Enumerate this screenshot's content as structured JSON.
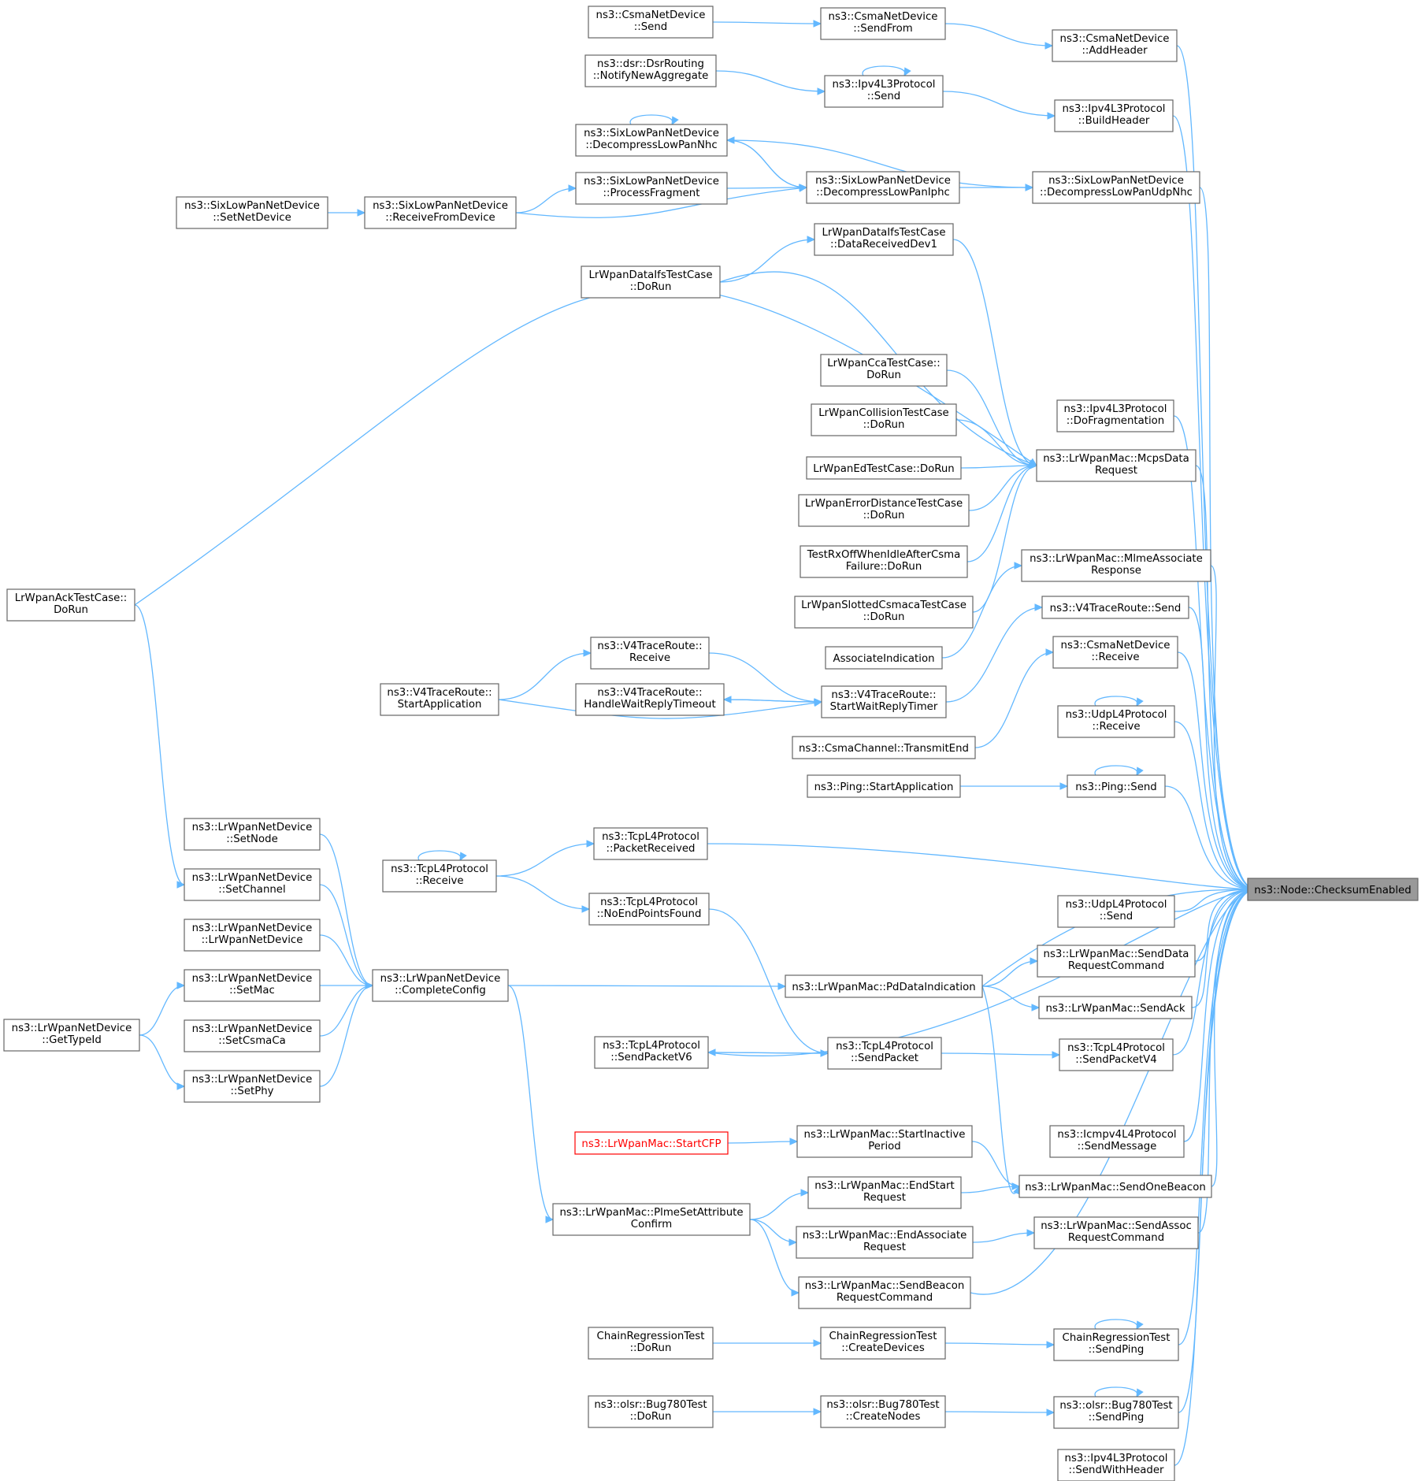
{
  "colors": {
    "edge": "#63b8ff",
    "node_border": "#666666",
    "root_fill": "#999999",
    "unresolved_text": "#ff0000"
  },
  "nodes": {
    "checksum": {
      "lines": [
        "ns3::Node::ChecksumEnabled"
      ]
    },
    "csma_send": {
      "lines": [
        "ns3::CsmaNetDevice",
        "::Send"
      ]
    },
    "csma_sendfrom": {
      "lines": [
        "ns3::CsmaNetDevice",
        "::SendFrom"
      ]
    },
    "csma_addheader": {
      "lines": [
        "ns3::CsmaNetDevice",
        "::AddHeader"
      ]
    },
    "dsr_notify": {
      "lines": [
        "ns3::dsr::DsrRouting",
        "::NotifyNewAggregate"
      ]
    },
    "ipv4_send": {
      "lines": [
        "ns3::Ipv4L3Protocol",
        "::Send"
      ]
    },
    "ipv4_buildheader": {
      "lines": [
        "ns3::Ipv4L3Protocol",
        "::BuildHeader"
      ]
    },
    "six_decompnhc": {
      "lines": [
        "ns3::SixLowPanNetDevice",
        "::DecompressLowPanNhc"
      ]
    },
    "six_procfrag": {
      "lines": [
        "ns3::SixLowPanNetDevice",
        "::ProcessFragment"
      ]
    },
    "six_decompiphc": {
      "lines": [
        "ns3::SixLowPanNetDevice",
        "::DecompressLowPanIphc"
      ]
    },
    "six_decompudpnhc": {
      "lines": [
        "ns3::SixLowPanNetDevice",
        "::DecompressLowPanUdpNhc"
      ]
    },
    "six_setnetdev": {
      "lines": [
        "ns3::SixLowPanNetDevice",
        "::SetNetDevice"
      ]
    },
    "six_recvfromdev": {
      "lines": [
        "ns3::SixLowPanNetDevice",
        "::ReceiveFromDevice"
      ]
    },
    "lr_dataifs_recvdev1": {
      "lines": [
        "LrWpanDataIfsTestCase",
        "::DataReceivedDev1"
      ]
    },
    "lr_dataifs_dorun": {
      "lines": [
        "LrWpanDataIfsTestCase",
        "::DoRun"
      ]
    },
    "lr_cca_dorun": {
      "lines": [
        "LrWpanCcaTestCase::",
        "DoRun"
      ]
    },
    "ipv4_dofrag": {
      "lines": [
        "ns3::Ipv4L3Protocol",
        "::DoFragmentation"
      ]
    },
    "lr_collision_dorun": {
      "lines": [
        "LrWpanCollisionTestCase",
        "::DoRun"
      ]
    },
    "mcpsdata": {
      "lines": [
        "ns3::LrWpanMac::McpsData",
        "Request"
      ]
    },
    "lr_ed_dorun": {
      "lines": [
        "LrWpanEdTestCase::DoRun"
      ]
    },
    "lr_errdist_dorun": {
      "lines": [
        "LrWpanErrorDistanceTestCase",
        "::DoRun"
      ]
    },
    "rxoff_dorun": {
      "lines": [
        "TestRxOffWhenIdleAfterCsma",
        "Failure::DoRun"
      ]
    },
    "mlmeassoc": {
      "lines": [
        "ns3::LrWpanMac::MlmeAssociate",
        "Response"
      ]
    },
    "lr_ack_dorun": {
      "lines": [
        "LrWpanAckTestCase::",
        "DoRun"
      ]
    },
    "lr_slotted_dorun": {
      "lines": [
        "LrWpanSlottedCsmacaTestCase",
        "::DoRun"
      ]
    },
    "v4tr_send": {
      "lines": [
        "ns3::V4TraceRoute::Send"
      ]
    },
    "v4tr_receive": {
      "lines": [
        "ns3::V4TraceRoute::",
        "Receive"
      ]
    },
    "assoc_ind": {
      "lines": [
        "AssociateIndication"
      ]
    },
    "csma_receive": {
      "lines": [
        "ns3::CsmaNetDevice",
        "::Receive"
      ]
    },
    "v4tr_startapp": {
      "lines": [
        "ns3::V4TraceRoute::",
        "StartApplication"
      ]
    },
    "v4tr_handlewait": {
      "lines": [
        "ns3::V4TraceRoute::",
        "HandleWaitReplyTimeout"
      ]
    },
    "v4tr_startwait": {
      "lines": [
        "ns3::V4TraceRoute::",
        "StartWaitReplyTimer"
      ]
    },
    "udp_receive": {
      "lines": [
        "ns3::UdpL4Protocol",
        "::Receive"
      ]
    },
    "csmach_txend": {
      "lines": [
        "ns3::CsmaChannel::TransmitEnd"
      ]
    },
    "ping_startapp": {
      "lines": [
        "ns3::Ping::StartApplication"
      ]
    },
    "ping_send": {
      "lines": [
        "ns3::Ping::Send"
      ]
    },
    "lrnd_setnode": {
      "lines": [
        "ns3::LrWpanNetDevice",
        "::SetNode"
      ]
    },
    "tcp_pktrecv": {
      "lines": [
        "ns3::TcpL4Protocol",
        "::PacketReceived"
      ]
    },
    "tcp_receive": {
      "lines": [
        "ns3::TcpL4Protocol",
        "::Receive"
      ]
    },
    "lrnd_setchannel": {
      "lines": [
        "ns3::LrWpanNetDevice",
        "::SetChannel"
      ]
    },
    "tcp_noendpts": {
      "lines": [
        "ns3::TcpL4Protocol",
        "::NoEndPointsFound"
      ]
    },
    "udp_send": {
      "lines": [
        "ns3::UdpL4Protocol",
        "::Send"
      ]
    },
    "lrnd_ctor": {
      "lines": [
        "ns3::LrWpanNetDevice",
        "::LrWpanNetDevice"
      ]
    },
    "senddatareq": {
      "lines": [
        "ns3::LrWpanMac::SendData",
        "RequestCommand"
      ]
    },
    "lrnd_setmac": {
      "lines": [
        "ns3::LrWpanNetDevice",
        "::SetMac"
      ]
    },
    "lrnd_complete": {
      "lines": [
        "ns3::LrWpanNetDevice",
        "::CompleteConfig"
      ]
    },
    "pddata": {
      "lines": [
        "ns3::LrWpanMac::PdDataIndication"
      ]
    },
    "sendack": {
      "lines": [
        "ns3::LrWpanMac::SendAck"
      ]
    },
    "lrnd_gettypeid": {
      "lines": [
        "ns3::LrWpanNetDevice",
        "::GetTypeId"
      ]
    },
    "lrnd_setcsmaca": {
      "lines": [
        "ns3::LrWpanNetDevice",
        "::SetCsmaCa"
      ]
    },
    "tcp_sendv6": {
      "lines": [
        "ns3::TcpL4Protocol",
        "::SendPacketV6"
      ]
    },
    "tcp_sendpkt": {
      "lines": [
        "ns3::TcpL4Protocol",
        "::SendPacket"
      ]
    },
    "tcp_sendv4": {
      "lines": [
        "ns3::TcpL4Protocol",
        "::SendPacketV4"
      ]
    },
    "lrnd_setphy": {
      "lines": [
        "ns3::LrWpanNetDevice",
        "::SetPhy"
      ]
    },
    "icmp_sendmsg": {
      "lines": [
        "ns3::Icmpv4L4Protocol",
        "::SendMessage"
      ]
    },
    "startcfp": {
      "lines": [
        "ns3::LrWpanMac::StartCFP"
      ]
    },
    "startinactive": {
      "lines": [
        "ns3::LrWpanMac::StartInactive",
        "Period"
      ]
    },
    "sendonebeacon": {
      "lines": [
        "ns3::LrWpanMac::SendOneBeacon"
      ]
    },
    "endstart": {
      "lines": [
        "ns3::LrWpanMac::EndStart",
        "Request"
      ]
    },
    "plmeset": {
      "lines": [
        "ns3::LrWpanMac::PlmeSetAttribute",
        "Confirm"
      ]
    },
    "endassoc": {
      "lines": [
        "ns3::LrWpanMac::EndAssociate",
        "Request"
      ]
    },
    "sendassocreq": {
      "lines": [
        "ns3::LrWpanMac::SendAssoc",
        "RequestCommand"
      ]
    },
    "sendbeaconreq": {
      "lines": [
        "ns3::LrWpanMac::SendBeacon",
        "RequestCommand"
      ]
    },
    "chain_dorun": {
      "lines": [
        "ChainRegressionTest",
        "::DoRun"
      ]
    },
    "chain_createdev": {
      "lines": [
        "ChainRegressionTest",
        "::CreateDevices"
      ]
    },
    "chain_sendping": {
      "lines": [
        "ChainRegressionTest",
        "::SendPing"
      ]
    },
    "olsr_dorun": {
      "lines": [
        "ns3::olsr::Bug780Test",
        "::DoRun"
      ]
    },
    "olsr_createnodes": {
      "lines": [
        "ns3::olsr::Bug780Test",
        "::CreateNodes"
      ]
    },
    "olsr_sendping": {
      "lines": [
        "ns3::olsr::Bug780Test",
        "::SendPing"
      ]
    },
    "ipv4_sendwithheader": {
      "lines": [
        "ns3::Ipv4L3Protocol",
        "::SendWithHeader"
      ]
    }
  },
  "edges": [
    [
      "csma_send",
      "csma_sendfrom"
    ],
    [
      "csma_sendfrom",
      "csma_addheader"
    ],
    [
      "csma_addheader",
      "checksum"
    ],
    [
      "dsr_notify",
      "ipv4_send"
    ],
    [
      "ipv4_send",
      "ipv4_send"
    ],
    [
      "ipv4_send",
      "ipv4_buildheader"
    ],
    [
      "ipv4_buildheader",
      "checksum"
    ],
    [
      "six_decompnhc",
      "six_decompnhc"
    ],
    [
      "six_decompnhc",
      "six_decompiphc"
    ],
    [
      "six_decompiphc",
      "six_decompnhc"
    ],
    [
      "six_decompnhc",
      "six_decompudpnhc"
    ],
    [
      "six_procfrag",
      "six_decompiphc"
    ],
    [
      "six_recvfromdev",
      "six_procfrag"
    ],
    [
      "six_recvfromdev",
      "six_decompiphc"
    ],
    [
      "six_setnetdev",
      "six_recvfromdev"
    ],
    [
      "six_decompiphc",
      "six_decompudpnhc"
    ],
    [
      "six_decompudpnhc",
      "checksum"
    ],
    [
      "lr_dataifs_dorun",
      "lr_dataifs_recvdev1"
    ],
    [
      "lr_dataifs_recvdev1",
      "mcpsdata"
    ],
    [
      "lr_dataifs_dorun",
      "mcpsdata"
    ],
    [
      "lr_ack_dorun",
      "mcpsdata"
    ],
    [
      "lr_cca_dorun",
      "mcpsdata"
    ],
    [
      "lr_collision_dorun",
      "mcpsdata"
    ],
    [
      "lr_ed_dorun",
      "mcpsdata"
    ],
    [
      "lr_errdist_dorun",
      "mcpsdata"
    ],
    [
      "rxoff_dorun",
      "mcpsdata"
    ],
    [
      "lr_slotted_dorun",
      "mcpsdata"
    ],
    [
      "mcpsdata",
      "checksum"
    ],
    [
      "ipv4_dofrag",
      "checksum"
    ],
    [
      "assoc_ind",
      "mlmeassoc"
    ],
    [
      "mlmeassoc",
      "checksum"
    ],
    [
      "v4tr_startwait",
      "v4tr_send"
    ],
    [
      "v4tr_send",
      "checksum"
    ],
    [
      "v4tr_startapp",
      "v4tr_receive"
    ],
    [
      "v4tr_receive",
      "v4tr_startwait"
    ],
    [
      "v4tr_startwait",
      "v4tr_handlewait"
    ],
    [
      "v4tr_handlewait",
      "v4tr_startwait"
    ],
    [
      "v4tr_startapp",
      "v4tr_startwait"
    ],
    [
      "csmach_txend",
      "csma_receive"
    ],
    [
      "csma_receive",
      "checksum"
    ],
    [
      "udp_receive",
      "udp_receive"
    ],
    [
      "udp_receive",
      "checksum"
    ],
    [
      "ping_startapp",
      "ping_send"
    ],
    [
      "ping_send",
      "ping_send"
    ],
    [
      "ping_send",
      "checksum"
    ],
    [
      "tcp_receive",
      "tcp_receive"
    ],
    [
      "tcp_receive",
      "tcp_pktrecv"
    ],
    [
      "tcp_pktrecv",
      "checksum"
    ],
    [
      "tcp_receive",
      "tcp_noendpts"
    ],
    [
      "tcp_noendpts",
      "tcp_sendpkt"
    ],
    [
      "udp_send",
      "checksum"
    ],
    [
      "pddata",
      "checksum"
    ],
    [
      "pddata",
      "senddatareq"
    ],
    [
      "senddatareq",
      "checksum"
    ],
    [
      "pddata",
      "sendack"
    ],
    [
      "sendack",
      "checksum"
    ],
    [
      "pddata",
      "sendonebeacon"
    ],
    [
      "lrnd_complete",
      "pddata"
    ],
    [
      "lr_ack_dorun",
      "lrnd_setchannel"
    ],
    [
      "lrnd_setnode",
      "lrnd_complete"
    ],
    [
      "lrnd_setchannel",
      "lrnd_complete"
    ],
    [
      "lrnd_ctor",
      "lrnd_complete"
    ],
    [
      "lrnd_setmac",
      "lrnd_complete"
    ],
    [
      "lrnd_setcsmaca",
      "lrnd_complete"
    ],
    [
      "lrnd_setphy",
      "lrnd_complete"
    ],
    [
      "lrnd_gettypeid",
      "lrnd_setmac"
    ],
    [
      "lrnd_gettypeid",
      "lrnd_setphy"
    ],
    [
      "lrnd_complete",
      "plmeset"
    ],
    [
      "tcp_sendpkt",
      "tcp_sendv6"
    ],
    [
      "tcp_sendv6",
      "tcp_sendpkt"
    ],
    [
      "tcp_sendv6",
      "checksum"
    ],
    [
      "tcp_sendpkt",
      "tcp_sendv4"
    ],
    [
      "tcp_sendv4",
      "checksum"
    ],
    [
      "icmp_sendmsg",
      "checksum"
    ],
    [
      "startcfp",
      "startinactive"
    ],
    [
      "startinactive",
      "sendonebeacon"
    ],
    [
      "endstart",
      "sendonebeacon"
    ],
    [
      "sendonebeacon",
      "checksum"
    ],
    [
      "plmeset",
      "endstart"
    ],
    [
      "plmeset",
      "endassoc"
    ],
    [
      "plmeset",
      "sendbeaconreq"
    ],
    [
      "endassoc",
      "sendassocreq"
    ],
    [
      "sendassocreq",
      "checksum"
    ],
    [
      "sendbeaconreq",
      "checksum"
    ],
    [
      "chain_dorun",
      "chain_createdev"
    ],
    [
      "chain_createdev",
      "chain_sendping"
    ],
    [
      "chain_sendping",
      "chain_sendping"
    ],
    [
      "chain_sendping",
      "checksum"
    ],
    [
      "olsr_dorun",
      "olsr_createnodes"
    ],
    [
      "olsr_createnodes",
      "olsr_sendping"
    ],
    [
      "olsr_sendping",
      "olsr_sendping"
    ],
    [
      "olsr_sendping",
      "checksum"
    ],
    [
      "ipv4_sendwithheader",
      "checksum"
    ]
  ]
}
